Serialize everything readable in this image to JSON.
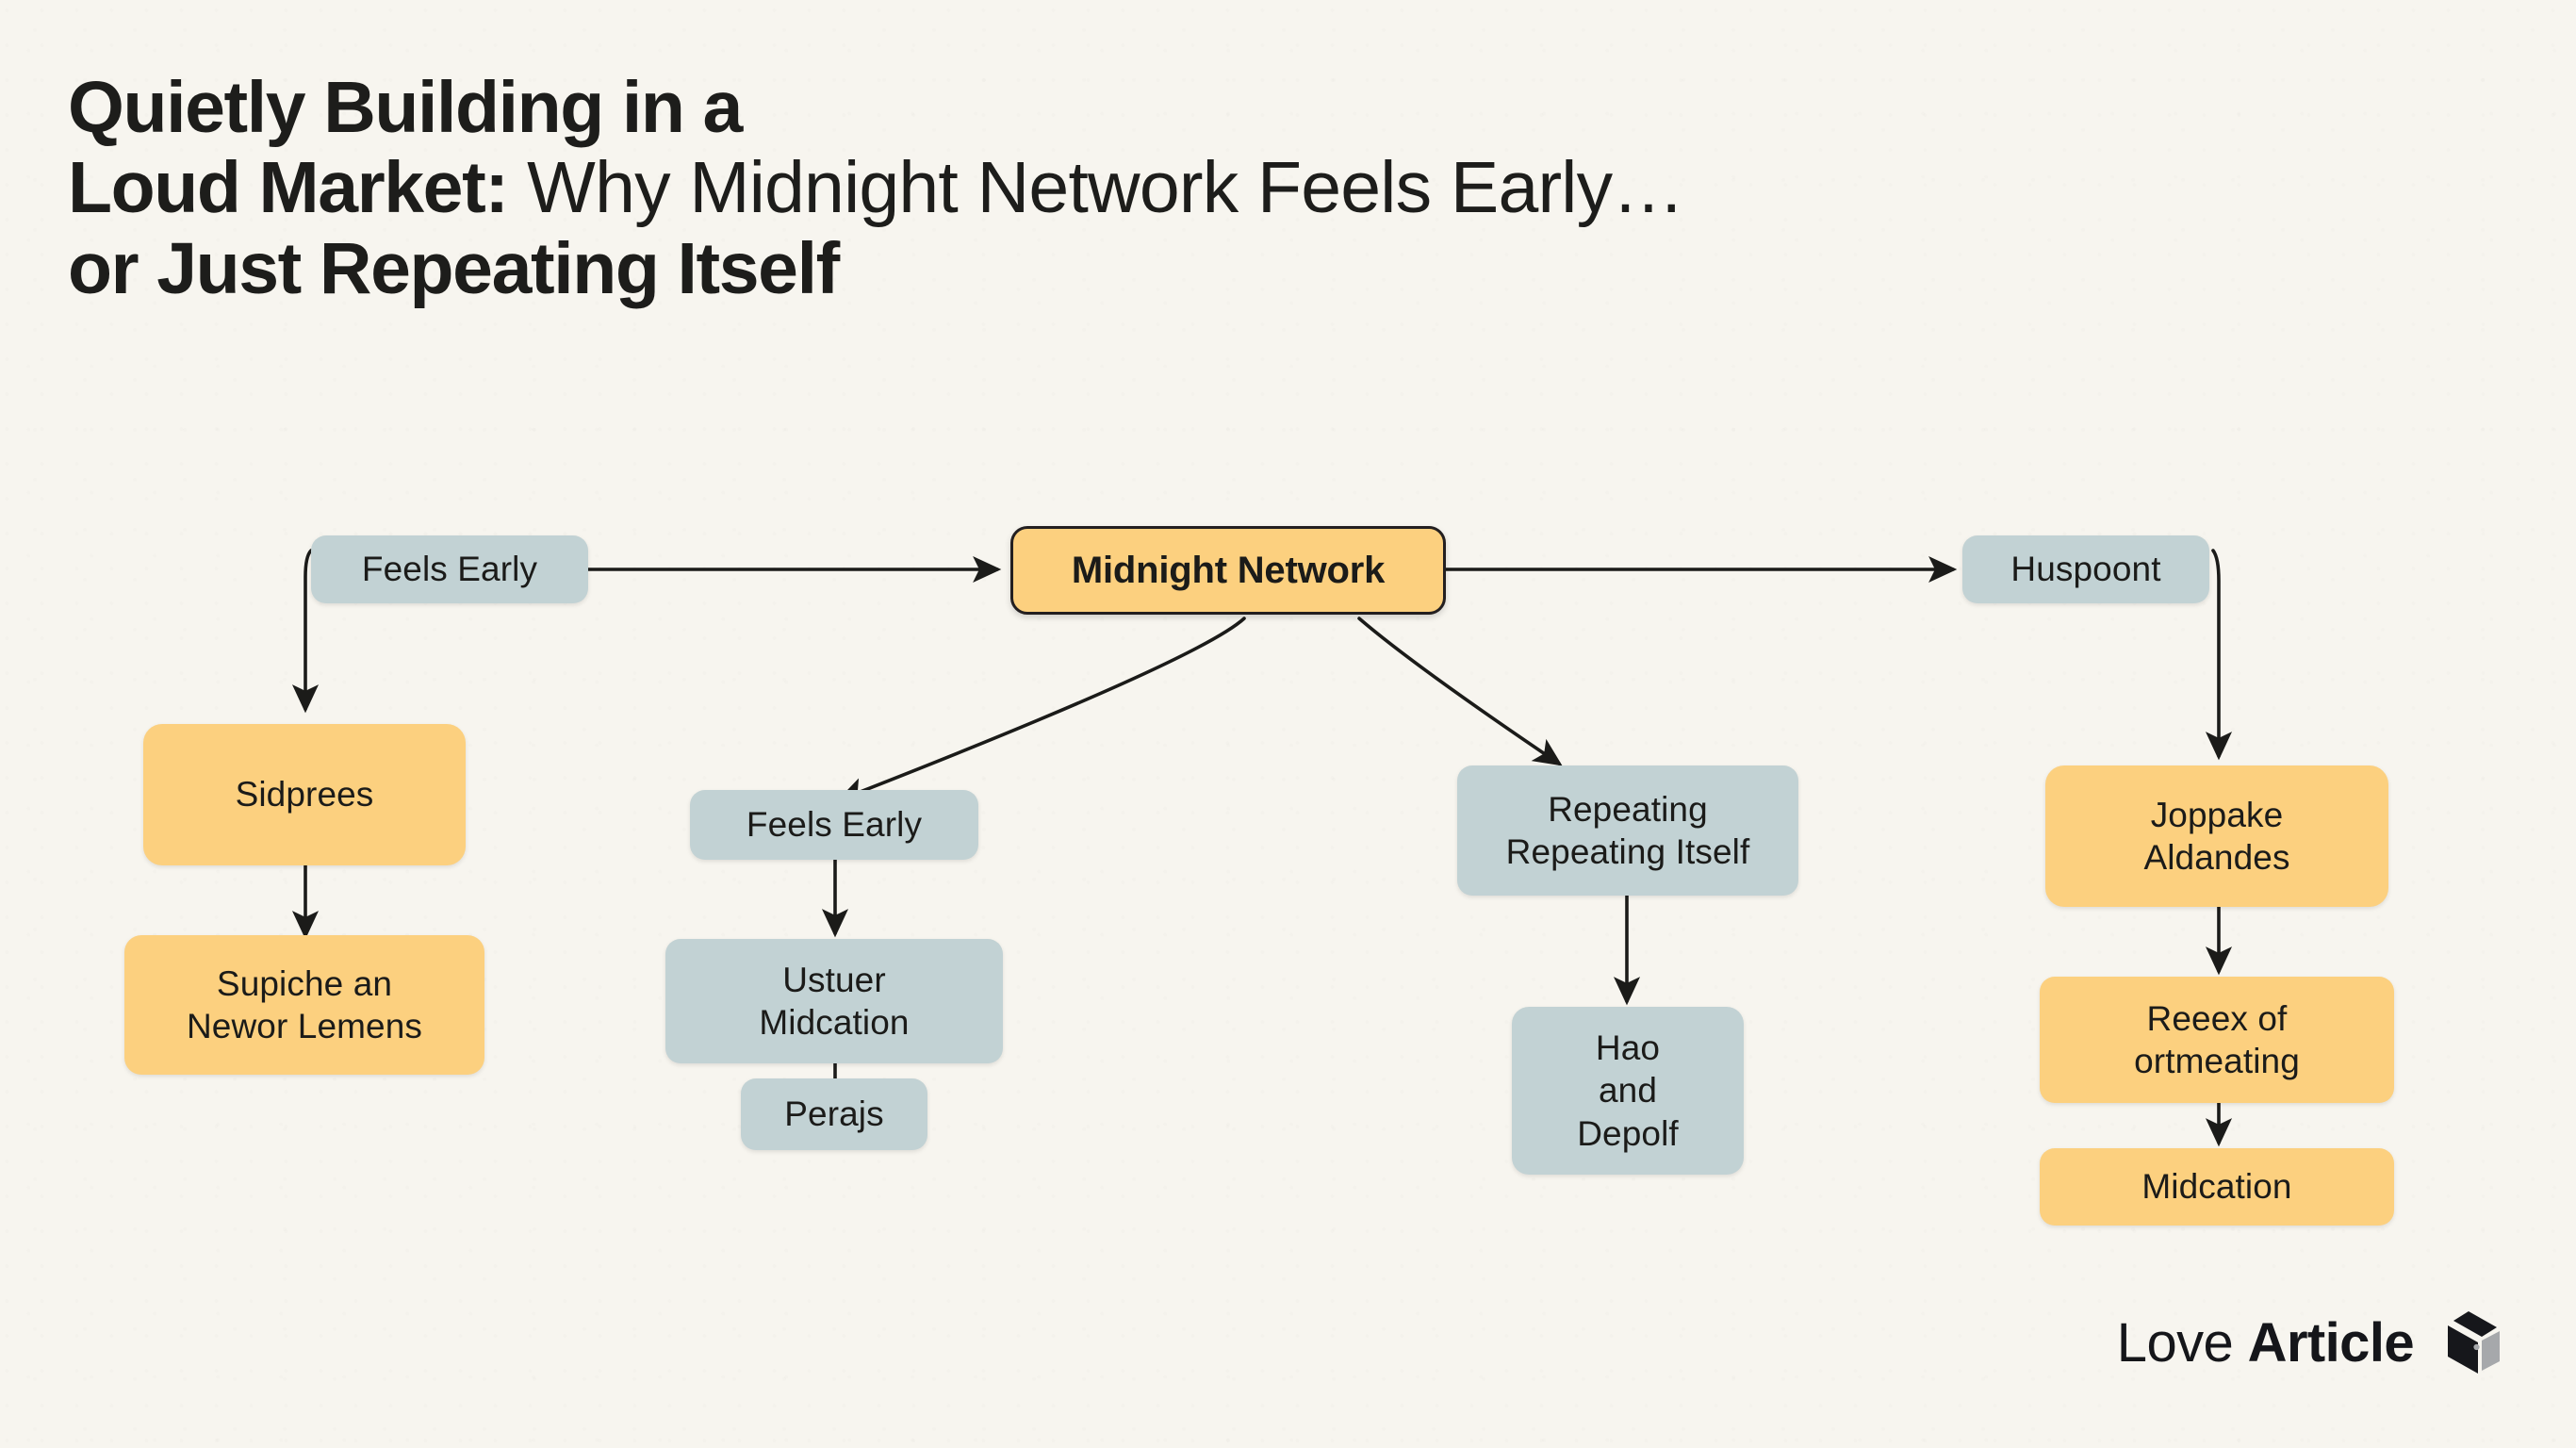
{
  "page": {
    "background_color": "#f7f5ef",
    "text_color": "#1d1d1b"
  },
  "headline": {
    "line1_strong": "Quietly Building in a",
    "line2_strong": "Loud Market:",
    "line2_regular": " Why Midnight Network Feels Early…",
    "line3_strong": "or Just Repeating Itself"
  },
  "colors": {
    "amber": "#fcd07f",
    "slate": "#c2d2d4",
    "edge": "#1b1b19",
    "node_text": "#1b1b19"
  },
  "diagram": {
    "type": "flowchart",
    "nodes": [
      {
        "id": "feels-early-left",
        "label": "Feels Early",
        "style": "slate"
      },
      {
        "id": "midnight-network",
        "label": "Midnight Network",
        "style": "amber-outline"
      },
      {
        "id": "huspoont",
        "label": "Huspoont",
        "style": "slate"
      },
      {
        "id": "sidprees",
        "label": "Sidprees",
        "style": "amber"
      },
      {
        "id": "supiche-newor-lemens",
        "label": "Supiche an\nNewor Lemens",
        "style": "amber"
      },
      {
        "id": "feels-early-mid",
        "label": "Feels Early",
        "style": "slate"
      },
      {
        "id": "ustuer-midcation",
        "label": "Ustuer\nMidcation",
        "style": "slate"
      },
      {
        "id": "perajs",
        "label": "Perajs",
        "style": "slate"
      },
      {
        "id": "repeating-itself",
        "label": "Repeating\nRepeating Itself",
        "style": "slate"
      },
      {
        "id": "hao-and-depolf",
        "label": "Hao\nand\nDepolf",
        "style": "slate"
      },
      {
        "id": "joppake-aldandes",
        "label": "Joppake\nAldandes",
        "style": "amber"
      },
      {
        "id": "reeex-of-ortmeating",
        "label": "Reeex of\nortmeating",
        "style": "amber"
      },
      {
        "id": "midcation",
        "label": "Midcation",
        "style": "amber"
      }
    ],
    "edges": [
      {
        "from": "feels-early-left",
        "to": "midnight-network",
        "shape": "straight-right"
      },
      {
        "from": "feels-early-left",
        "to": "sidprees",
        "shape": "elbow-down"
      },
      {
        "from": "sidprees",
        "to": "supiche-newor-lemens",
        "shape": "vertical"
      },
      {
        "from": "midnight-network",
        "to": "feels-early-mid",
        "shape": "curve-down-left"
      },
      {
        "from": "midnight-network",
        "to": "repeating-itself",
        "shape": "curve-down-right"
      },
      {
        "from": "midnight-network",
        "to": "huspoont",
        "shape": "straight-right"
      },
      {
        "from": "feels-early-mid",
        "to": "ustuer-midcation",
        "shape": "vertical"
      },
      {
        "from": "ustuer-midcation",
        "to": "perajs",
        "shape": "vertical"
      },
      {
        "from": "repeating-itself",
        "to": "hao-and-depolf",
        "shape": "vertical"
      },
      {
        "from": "huspoont",
        "to": "joppake-aldandes",
        "shape": "elbow-down"
      },
      {
        "from": "joppake-aldandes",
        "to": "reeex-of-ortmeating",
        "shape": "vertical"
      },
      {
        "from": "reeex-of-ortmeating",
        "to": "midcation",
        "shape": "vertical"
      }
    ]
  },
  "logo": {
    "word_light": "Love",
    "word_bold": "Article",
    "mark": "cube-icon"
  }
}
